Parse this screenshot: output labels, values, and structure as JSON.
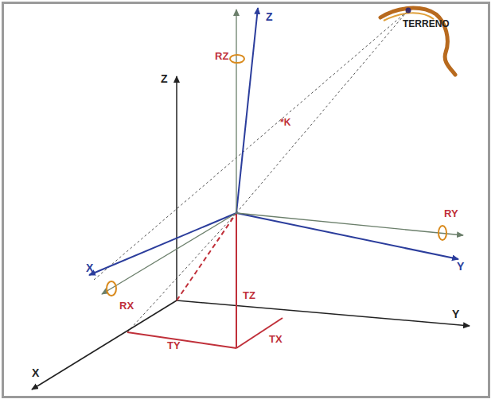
{
  "diagram": {
    "labels": [
      "Z",
      "RZ",
      "Z",
      "TERRENO",
      "*K",
      "RY",
      "X",
      "RX",
      "TZ",
      "Y",
      "Y",
      "TY",
      "TX",
      "X"
    ]
  }
}
